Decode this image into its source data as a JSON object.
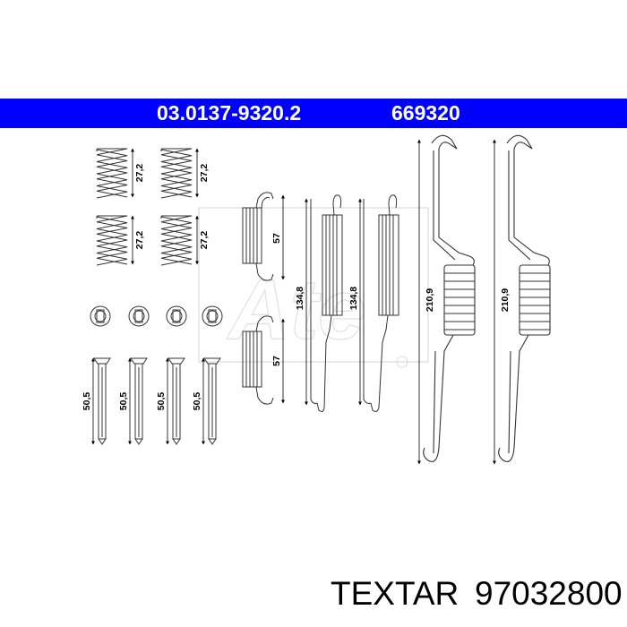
{
  "header": {
    "part_number": "03.0137-9320.2",
    "alt_number": "669320",
    "bg_color": "#0000ff",
    "text_color": "#ffffff"
  },
  "diagram": {
    "watermark_icon": "ate-logo-watermark-icon",
    "dimensions": {
      "small_spring": "27,2",
      "pin": "50,5",
      "u_spring": "57",
      "medium_spring": "134,8",
      "long_spring": "210,9"
    }
  },
  "footer": {
    "brand": "TEXTAR",
    "code": "97032800"
  }
}
